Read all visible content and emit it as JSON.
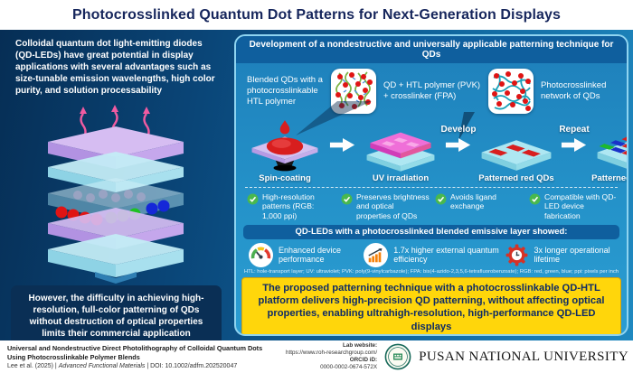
{
  "title": "Photocrosslinked Quantum Dot Patterns for Next-Generation Displays",
  "left": {
    "intro": "Colloidal quantum dot light-emitting diodes (QD-LEDs) have great potential in display applications with several advantages such as size-tunable emission wavelengths, high color purity, and solution processability",
    "problem": "However, the difficulty in achieving high-resolution, full-color patterning of QDs without destruction of optical properties limits their commercial application"
  },
  "right": {
    "header": "Development of a nondestructive and universally applicable patterning technique for QDs",
    "blend_label": "Blended QDs with a photocrosslinkable HTL polymer",
    "mix_label": "QD + HTL polymer (PVK) + crosslinker (FPA)",
    "network_label": "Photocrosslinked network of QDs",
    "steps": [
      {
        "label": "Spin-coating"
      },
      {
        "label": "UV irradiation"
      },
      {
        "label": "Patterned red QDs"
      },
      {
        "label": "Patterned RGB QDs"
      }
    ],
    "arrow_develop": "Develop",
    "arrow_repeat": "Repeat",
    "benefits": [
      "High-resolution patterns (RGB: 1,000 ppi)",
      "Preserves brightness and optical properties of QDs",
      "Avoids ligand exchange",
      "Compatible with QD-LED device fabrication"
    ],
    "showed_header": "QD-LEDs with a photocrosslinked blended emissive layer showed:",
    "stats": [
      {
        "icon": "gauge-icon",
        "label": "Enhanced device performance"
      },
      {
        "icon": "bar-chart-icon",
        "label": "1.7x higher external quantum efficiency"
      },
      {
        "icon": "gear-clock-icon",
        "label": "3x longer operational lifetime"
      }
    ],
    "footnote": "HTL: hole-transport layer; UV: ultraviolet; PVK: poly(9-vinylcarbazole); FPA: bis(4-azido-2,3,5,6-tetrafluorobenzoate); RGB: red, green, blue; ppi: pixels per inch",
    "conclusion": "The proposed patterning technique with a photocrosslinkable QD-HTL platform delivers high-precision QD patterning, without affecting optical properties, enabling ultrahigh-resolution, high-performance QD-LED displays"
  },
  "footer": {
    "paper_title": "Universal and Nondestructive Direct Photolithography of Colloidal Quantum Dots Using Photocrosslinkable Polymer Blends",
    "citation_authors": "Lee et al. (2025) | ",
    "citation_journal": "Advanced Functional Materials",
    "citation_doi": " | DOI: 10.1002/adfm.202520047",
    "lab_website_label": "Lab website:",
    "lab_website_url": "https://www.roh-researchgroup.com/",
    "orcid_label": "ORCID iD:",
    "orcid_value": "0000-0002-0674-572X",
    "university": "PUSAN NATIONAL UNIVERSITY"
  },
  "colors": {
    "title_navy": "#16265c",
    "panel_blue": "#2492c9",
    "bar_blue": "#0f5f9e",
    "accent_yellow": "#ffd60b",
    "check_green": "#49b84e",
    "qd_red": "#d81e1e",
    "qd_green": "#1db92e",
    "qd_blue": "#1a31c8"
  }
}
